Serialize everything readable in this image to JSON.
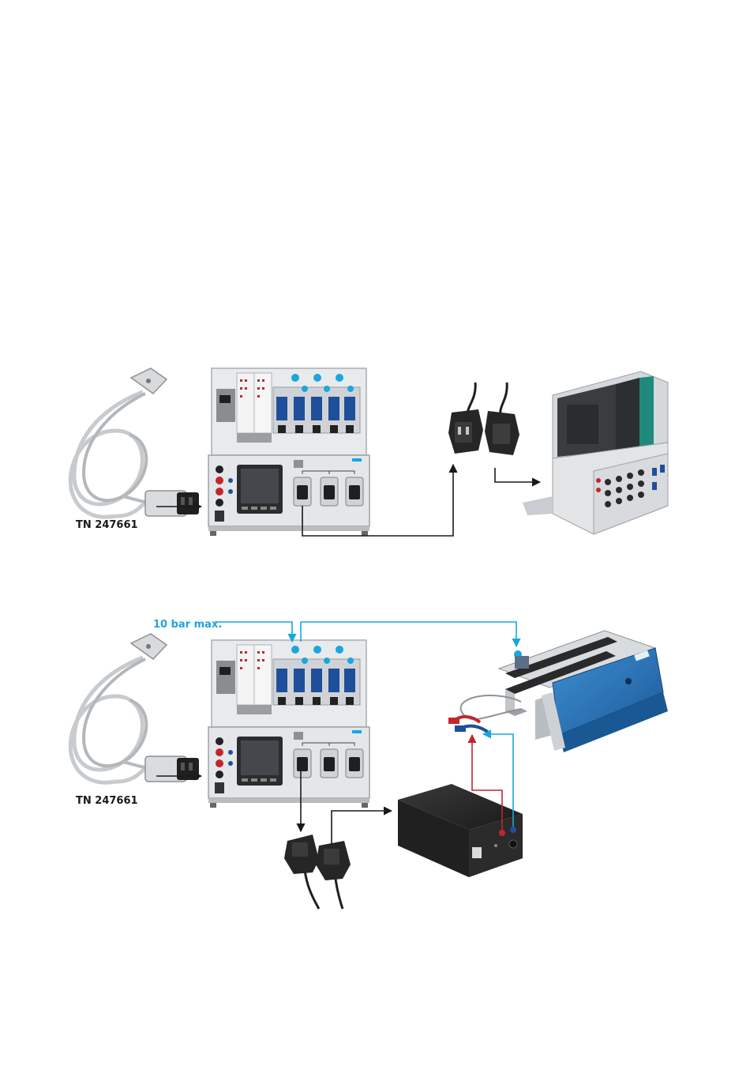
{
  "diagram1": {
    "cable_label": "TN 247661",
    "components": [
      "power-cable-tn247661",
      "control-panel-station",
      "iec-cable-pair",
      "plc-station"
    ]
  },
  "diagram2": {
    "cable_label": "TN 247661",
    "pressure_label": "10 bar max.",
    "components": [
      "power-cable-tn247661",
      "control-panel-station",
      "iec-cable-pair",
      "power-supply-unit",
      "conveyor-module"
    ]
  },
  "colors": {
    "arrow_black": "#1a1a1a",
    "pneumatic_blue": "#1aa6df",
    "electric_red": "#c0272d",
    "panel_grey": "#e6e8ea",
    "valve_blue": "#1f4f9a"
  }
}
